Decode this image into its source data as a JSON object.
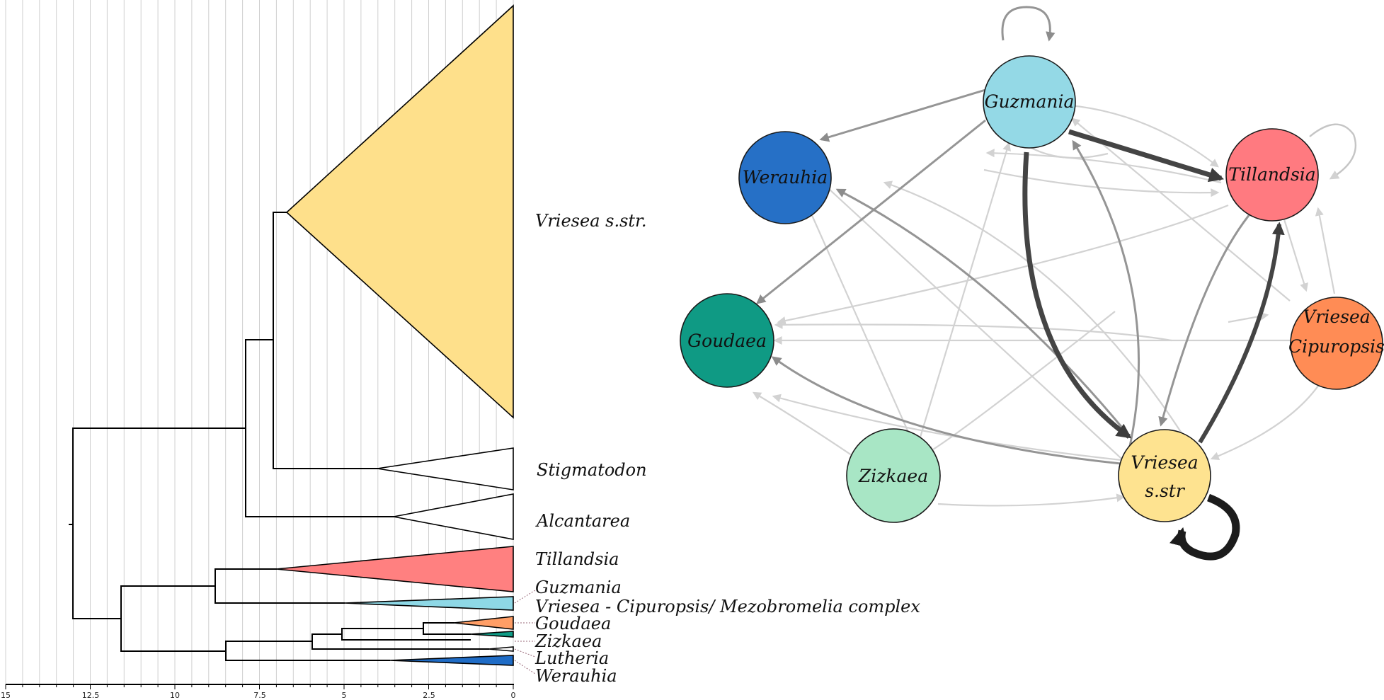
{
  "tree": {
    "axis": {
      "ticks": [
        "15",
        "12.5",
        "10",
        "7.5",
        "5",
        "2.5",
        "0"
      ]
    },
    "clades": [
      {
        "label": "Vriesea s.str.",
        "color": "#FEE08B"
      },
      {
        "label": "Stigmatodon",
        "color": "#FFFFFF"
      },
      {
        "label": "Alcantarea",
        "color": "#FFFFFF"
      },
      {
        "label": "Tillandsia",
        "color": "#FF8080"
      },
      {
        "label": "Guzmania",
        "color": null
      },
      {
        "label": "Vriesea - Cipuropsis/ Mezobromelia complex",
        "color": "#8ED8E6"
      },
      {
        "label": "Goudaea",
        "color": "#FF9E66"
      },
      {
        "label": "Zizkaea",
        "color": "#0E9C86"
      },
      {
        "label": "Lutheria",
        "color": "#FFFFFF"
      },
      {
        "label": "Werauhia",
        "color": "#1F6CC6"
      }
    ]
  },
  "network": {
    "nodes": [
      {
        "id": "guzmania",
        "lines": [
          "Guzmania"
        ],
        "color": "#94D9E6"
      },
      {
        "id": "werauhia",
        "lines": [
          "Werauhia"
        ],
        "color": "#2670C6"
      },
      {
        "id": "tillandsia",
        "lines": [
          "Tillandsia"
        ],
        "color": "#FF7A80"
      },
      {
        "id": "goudaea",
        "lines": [
          "Goudaea"
        ],
        "color": "#0F9A84"
      },
      {
        "id": "cipuropsis",
        "lines": [
          "Vriesea",
          "Cipuropsis"
        ],
        "color": "#FF8C55"
      },
      {
        "id": "zizkaea",
        "lines": [
          "Zizkaea"
        ],
        "color": "#A8E6C5"
      },
      {
        "id": "vriesea",
        "lines": [
          "Vriesea",
          "s.str"
        ],
        "color": "#FEE390"
      }
    ]
  }
}
